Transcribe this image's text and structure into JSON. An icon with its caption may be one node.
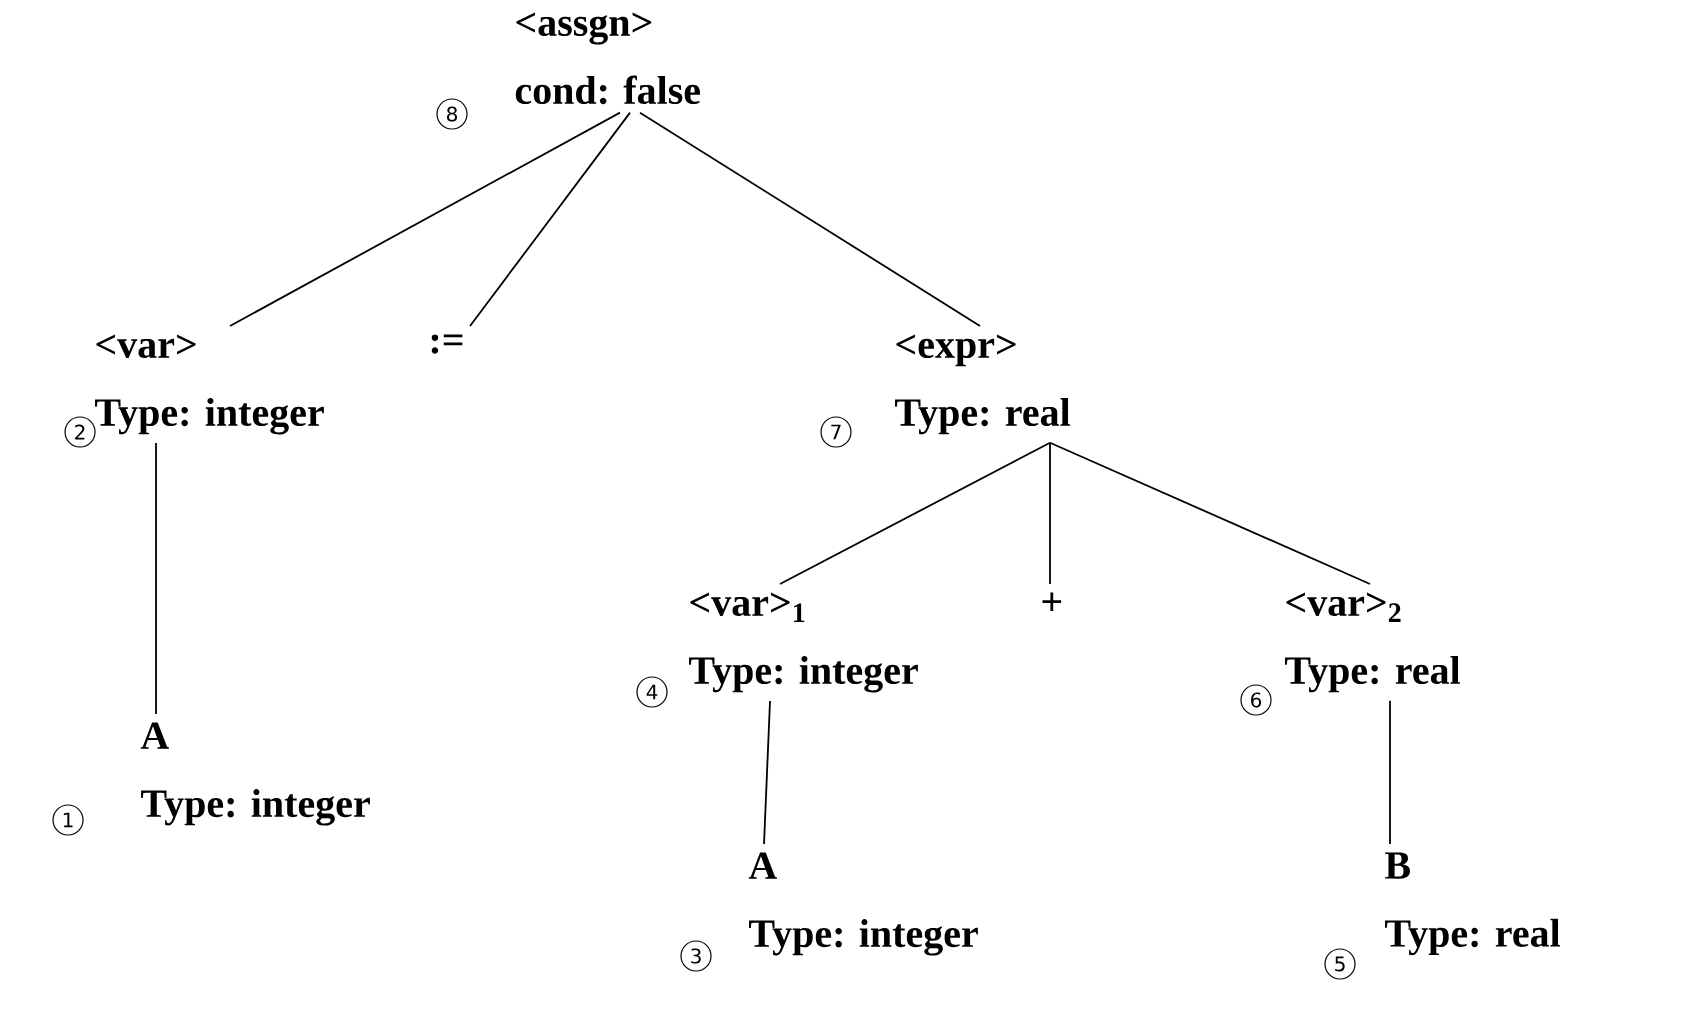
{
  "diagram": {
    "nodes": [
      {
        "text": [
          "<assgn>",
          "cond: false"
        ],
        "beside": [
          "8"
        ]
      },
      {
        "text": [
          "<var>",
          "Type: integer"
        ],
        "beside": [
          "2"
        ]
      },
      {
        "text": [
          ":="
        ]
      },
      {
        "text": [
          "<expr>",
          "Type: real"
        ],
        "beside": [
          "7"
        ]
      },
      {
        "text": [
          "A",
          "Type: integer"
        ],
        "beside": [
          "1"
        ]
      },
      {
        "text": [
          "<var>$_{1}$",
          "Type: integer"
        ],
        "beside": [
          "4"
        ]
      },
      {
        "text": [
          "+"
        ]
      },
      {
        "text": [
          "<var>$_{2}$",
          "Type: real"
        ],
        "beside": [
          "6"
        ]
      },
      {
        "text": [
          "A",
          "Type: integer"
        ],
        "beside": [
          "3"
        ]
      },
      {
        "text": [
          "B",
          "Type: real"
        ],
        "beside": [
          "5"
        ]
      }
    ],
    "edges": [
      {
        "from": 0,
        "to": 1,
        "arrow": "none"
      },
      {
        "from": 0,
        "to": 2,
        "arrow": "none"
      },
      {
        "from": 0,
        "to": 3,
        "arrow": "none"
      },
      {
        "from": 1,
        "to": 4,
        "arrow": "none"
      },
      {
        "from": 3,
        "to": 5,
        "arrow": "none"
      },
      {
        "from": 3,
        "to": 6,
        "arrow": "none"
      },
      {
        "from": 3,
        "to": 7,
        "arrow": "none"
      },
      {
        "from": 5,
        "to": 8,
        "arrow": "none"
      },
      {
        "from": 7,
        "to": 9,
        "arrow": "none"
      }
    ]
  }
}
